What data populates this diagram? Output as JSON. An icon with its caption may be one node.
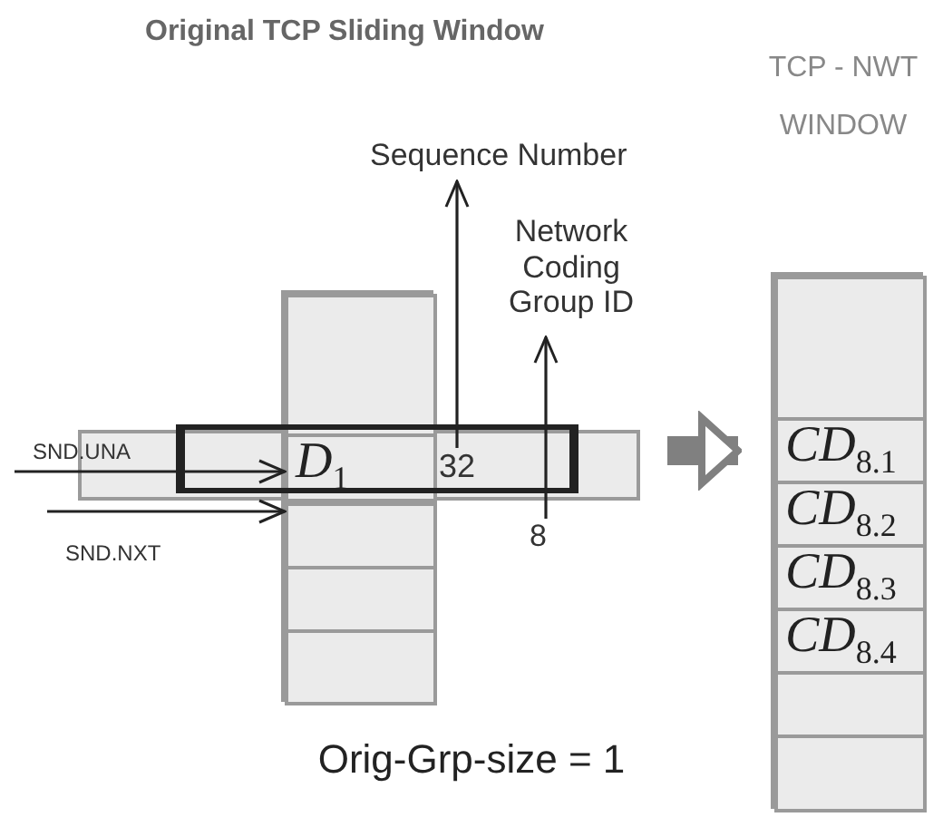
{
  "diagram": {
    "nodes": [
      {
        "text": [],
        "shape": "box"
      },
      {
        "text": [],
        "shape": "box",
        "in": 0
      },
      {
        "text": [
          "*D*$_{1}$"
        ],
        "in": 0
      },
      {
        "text": [],
        "shape": "box",
        "in": 0
      },
      {
        "text": [],
        "shape": "box",
        "in": 0
      },
      {
        "text": [],
        "shape": "box",
        "in": 0
      },
      {
        "text": [
          "32"
        ]
      },
      {
        "text": [
          "Sequence Number"
        ]
      },
      {
        "text": [
          "Network Coding Group ID"
        ]
      },
      {
        "text": [
          "8"
        ]
      },
      {
        "text": [
          "SND.UNA"
        ]
      },
      {
        "text": [
          "SND.NXT"
        ]
      },
      {
        "text": [],
        "shape": "box"
      },
      {
        "text": [],
        "shape": "box",
        "in": 12
      },
      {
        "text": [
          "*CD*$_{8.1}$"
        ],
        "in": 12
      },
      {
        "text": [
          "*CD*$_{8.2}$"
        ],
        "in": 12
      },
      {
        "text": [
          "*CD*$_{8.3}$"
        ],
        "in": 12
      },
      {
        "text": [
          "*CD*$_{8.4}$"
        ],
        "in": 12
      },
      {
        "text": [],
        "shape": "box",
        "in": 12
      },
      {
        "text": [],
        "shape": "box",
        "in": 12
      }
    ],
    "edges": [
      {
        "from": 6,
        "to": 7,
        "arrow": "to"
      },
      {
        "from": 9,
        "to": 8,
        "arrow": "to"
      },
      {
        "from": 10,
        "to": 2,
        "arrow": "to"
      },
      {
        "from": 11,
        "to": 3,
        "arrow": "to"
      },
      {
        "from": null,
        "to": 14,
        "arrow": "to",
        "style": "thick",
        "color": "#808080"
      }
    ],
    "labels": [
      "Original TCP Sliding Window",
      "TCP - NWT WINDOW",
      "Orig-Grp-size = 1"
    ]
  }
}
